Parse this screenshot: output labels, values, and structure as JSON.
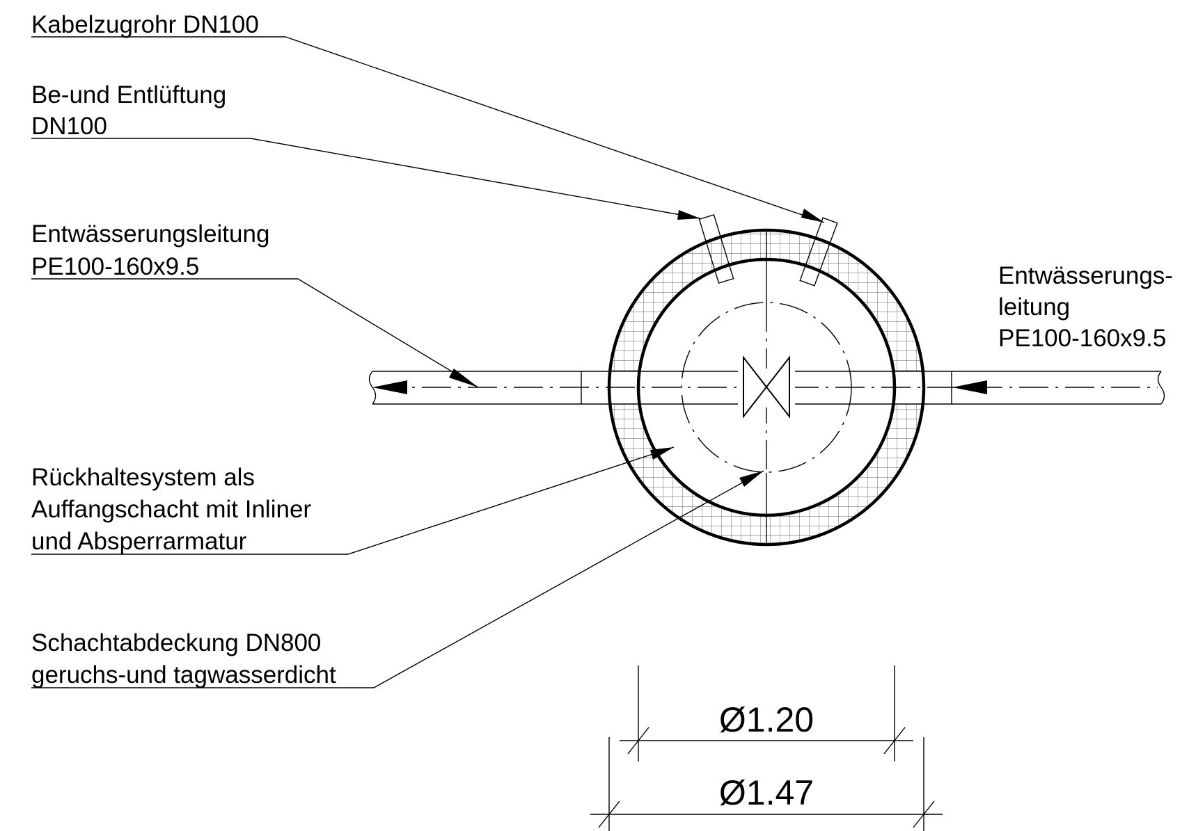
{
  "labels": {
    "kabelzugrohr": "Kabelzugrohr DN100",
    "belueftung_1": "Be-und Entlüftung",
    "belueftung_2": "DN100",
    "entw_left_1": "Entwässerungsleitung",
    "entw_left_2": "PE100-160x9.5",
    "entw_right_1": "Entwässerungs-",
    "entw_right_2": "leitung",
    "entw_right_3": "PE100-160x9.5",
    "rueckhalte_1": "Rückhaltesystem als",
    "rueckhalte_2": "Auffangschacht mit Inliner",
    "rueckhalte_3": "und Absperrarmatur",
    "schacht_1": "Schachtabdeckung DN800",
    "schacht_2": "geruchs-und tagwasserdicht"
  },
  "dimensions": {
    "inner": "Ø1.20",
    "outer": "Ø1.47"
  },
  "colors": {
    "line": "#000000",
    "background": "#ffffff",
    "hatch": "#555555"
  }
}
